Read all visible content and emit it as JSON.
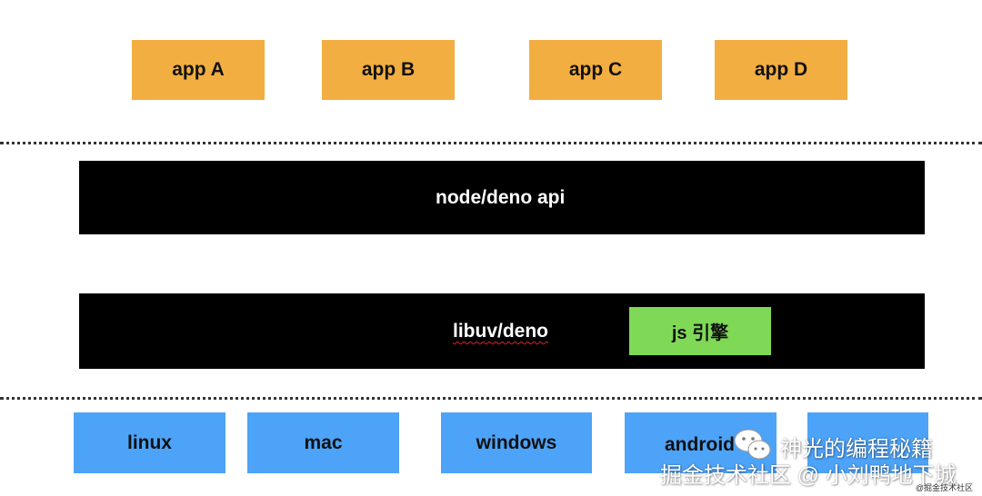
{
  "apps": [
    {
      "label": "app A"
    },
    {
      "label": "app B"
    },
    {
      "label": "app C"
    },
    {
      "label": "app D"
    }
  ],
  "api_layer": {
    "label": "node/deno api"
  },
  "runtime_layer": {
    "label": "libuv/deno",
    "engine_label": "js 引擎"
  },
  "platforms": [
    {
      "label": "linux"
    },
    {
      "label": "mac"
    },
    {
      "label": "windows"
    },
    {
      "label": "android"
    },
    {
      "label": ""
    }
  ],
  "watermark": {
    "line1": "神光的编程秘籍",
    "line2": "掘金技术社区 @ 小刘鸭地下城",
    "corner": "@掘金技术社区"
  },
  "colors": {
    "app": "#F2AE41",
    "platform": "#4DA3F7",
    "bar": "#000000",
    "engine": "#7FD957"
  },
  "icons": {
    "watermark": "wechat-icon"
  }
}
